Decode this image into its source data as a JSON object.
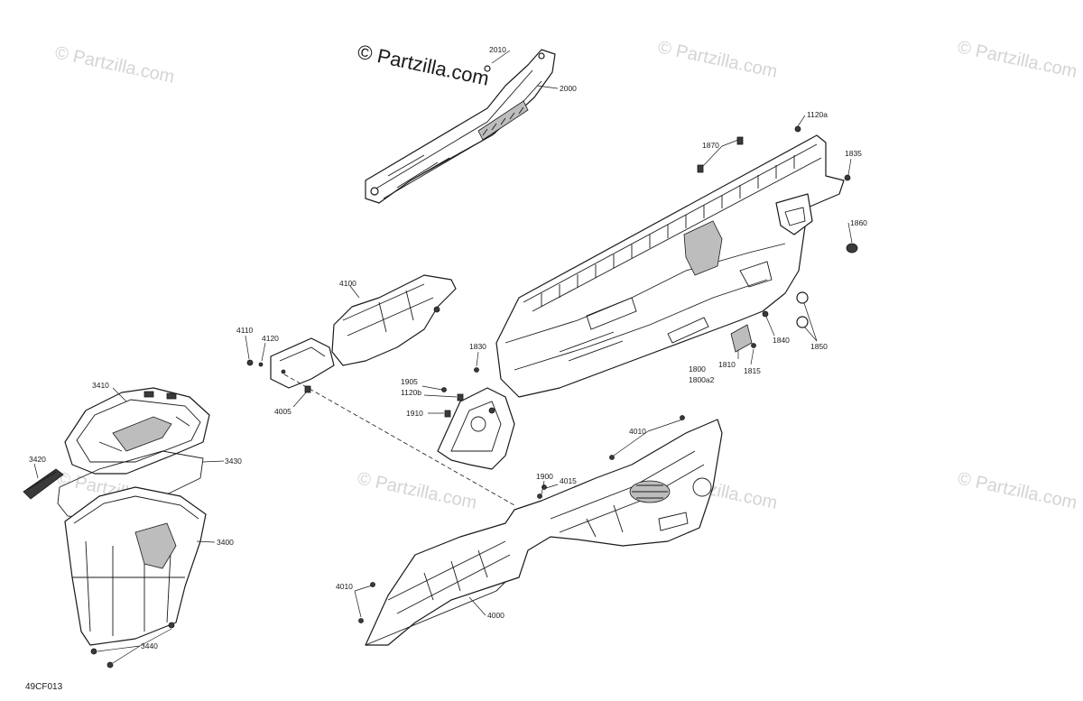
{
  "copyright": "© Partzilla.com",
  "watermark": "© Partzilla.com",
  "figure_ref": "49CF013",
  "callouts": {
    "c2010": "2010",
    "c2000": "2000",
    "c1120a": "1120a",
    "c1870": "1870",
    "c1835": "1835",
    "c1860": "1860",
    "c1840": "1840",
    "c1850": "1850",
    "c1800": "1800",
    "c1800a2": "1800a2",
    "c1810": "1810",
    "c1815": "1815",
    "c1830": "1830",
    "c1905": "1905",
    "c1120b": "1120b",
    "c1910": "1910",
    "c4100": "4100",
    "c4110": "4110",
    "c4120": "4120",
    "c4005": "4005",
    "c3410": "3410",
    "c3420": "3420",
    "c3430": "3430",
    "c3400": "3400",
    "c3440": "3440",
    "c4010a": "4010",
    "c4010b": "4010",
    "c1900": "1900",
    "c4015": "4015",
    "c4000": "4000"
  }
}
